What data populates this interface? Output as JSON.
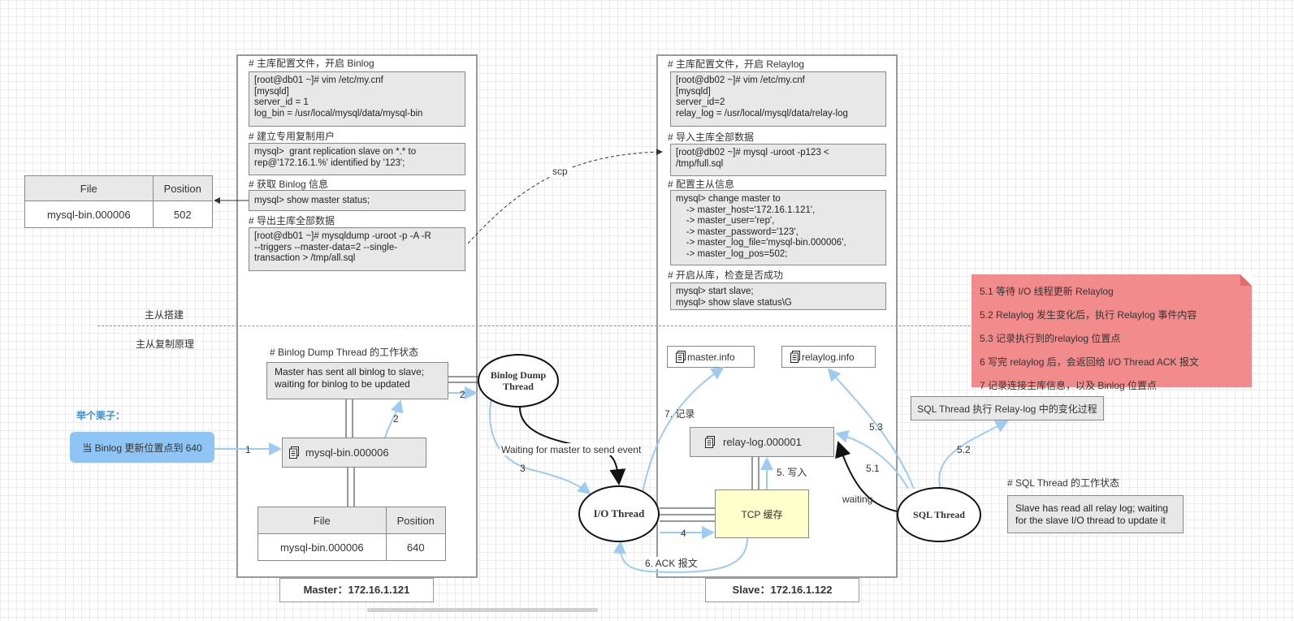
{
  "master": {
    "title": "Master：172.16.1.121",
    "config_label": "# 主库配置文件，开启 Binlog",
    "config_code": "[root@db01 ~]# vim /etc/my.cnf\n[mysqld]\nserver_id = 1\nlog_bin = /usr/local/mysql/data/mysql-bin",
    "user_label": "# 建立专用复制用户",
    "user_code": "mysql>  grant replication slave on *.* to\nrep@'172.16.1.%' identified by '123';",
    "info_label": "# 获取 Binlog 信息",
    "info_code": "mysql> show master status;",
    "dump_label": "# 导出主库全部数据",
    "dump_code": "[root@db01 ~]# mysqldump -uroot -p -A -R\n--triggers --master-data=2 --single-\ntransaction > /tmp/all.sql",
    "dump_thread_label": "# Binlog Dump Thread 的工作状态",
    "dump_thread_status": "Master has sent all binlog to slave;\nwaiting for binlog to be updated",
    "binlog_file": "mysql-bin.000006",
    "table_bottom": {
      "headers": [
        "File",
        "Position"
      ],
      "row": [
        "mysql-bin.000006",
        "640"
      ]
    }
  },
  "table_left": {
    "headers": [
      "File",
      "Position"
    ],
    "row": [
      "mysql-bin.000006",
      "502"
    ]
  },
  "slave": {
    "title": "Slave：172.16.1.122",
    "config_label": "# 主库配置文件，开启 Relaylog",
    "config_code": "[root@db02 ~]# vim /etc/my.cnf\n[mysqld]\nserver_id=2\nrelay_log = /usr/local/mysql/data/relay-log",
    "import_label": "# 导入主库全部数据",
    "import_code": "[root@db02 ~]# mysql -uroot -p123 <\n/tmp/full.sql",
    "cm_label": "# 配置主从信息",
    "cm_code": "mysql> change master to\n    -> master_host='172.16.1.121',\n    -> master_user='rep',\n    -> master_password='123',\n    -> master_log_file='mysql-bin.000006',\n    -> master_log_pos=502;",
    "start_label": "# 开启从库，检查是否成功",
    "start_code": "mysql> start slave;\nmysql> show slave status\\G",
    "master_info": "master.info",
    "relaylog_info": "relaylog.info",
    "relay_file": "relay-log.000001",
    "tcp_cache": "TCP 缓存"
  },
  "section_setup": "主从搭建",
  "section_principle": "主从复制原理",
  "example_title": "举个栗子：",
  "example_text": "当 Binlog 更新位置点到 640",
  "threads": {
    "dump": "Binlog Dump\nThread",
    "io": "I/O Thread",
    "sql": "SQL Thread"
  },
  "edge_labels": {
    "scp": "scp",
    "e1": "1",
    "e2a": "2",
    "e2b": "2",
    "e3": "3",
    "e4": "4",
    "e5": "5. 写入",
    "e6": "6. ACK 报文",
    "e7": "7. 记录",
    "e51": "5.1",
    "e52": "5.2",
    "e53": "5.3",
    "waiting_event": "Waiting for master to send event",
    "waiting": "waiting"
  },
  "note": [
    "5.1 等待 I/O 线程更新 Relaylog",
    "5.2 Relaylog 发生变化后，执行 Relaylog 事件内容",
    "5.3 记录执行到的relaylog 位置点",
    "6 写完 relaylog 后，会返回给 I/O Thread ACK 报文",
    "7 记录连接主库信息，以及 Binlog 位置点"
  ],
  "sql_exec_label": "SQL Thread 执行 Relay-log 中的变化过程",
  "sql_state_label": "#  SQL Thread 的工作状态",
  "sql_state_text": "Slave has read all relay log; waiting\nfor the slave I/O thread to update it",
  "colors": {
    "arrow": "#9ecbf0",
    "note": "#f28b8b",
    "tcp": "#ffffcc",
    "example": "#8ec5f5"
  }
}
